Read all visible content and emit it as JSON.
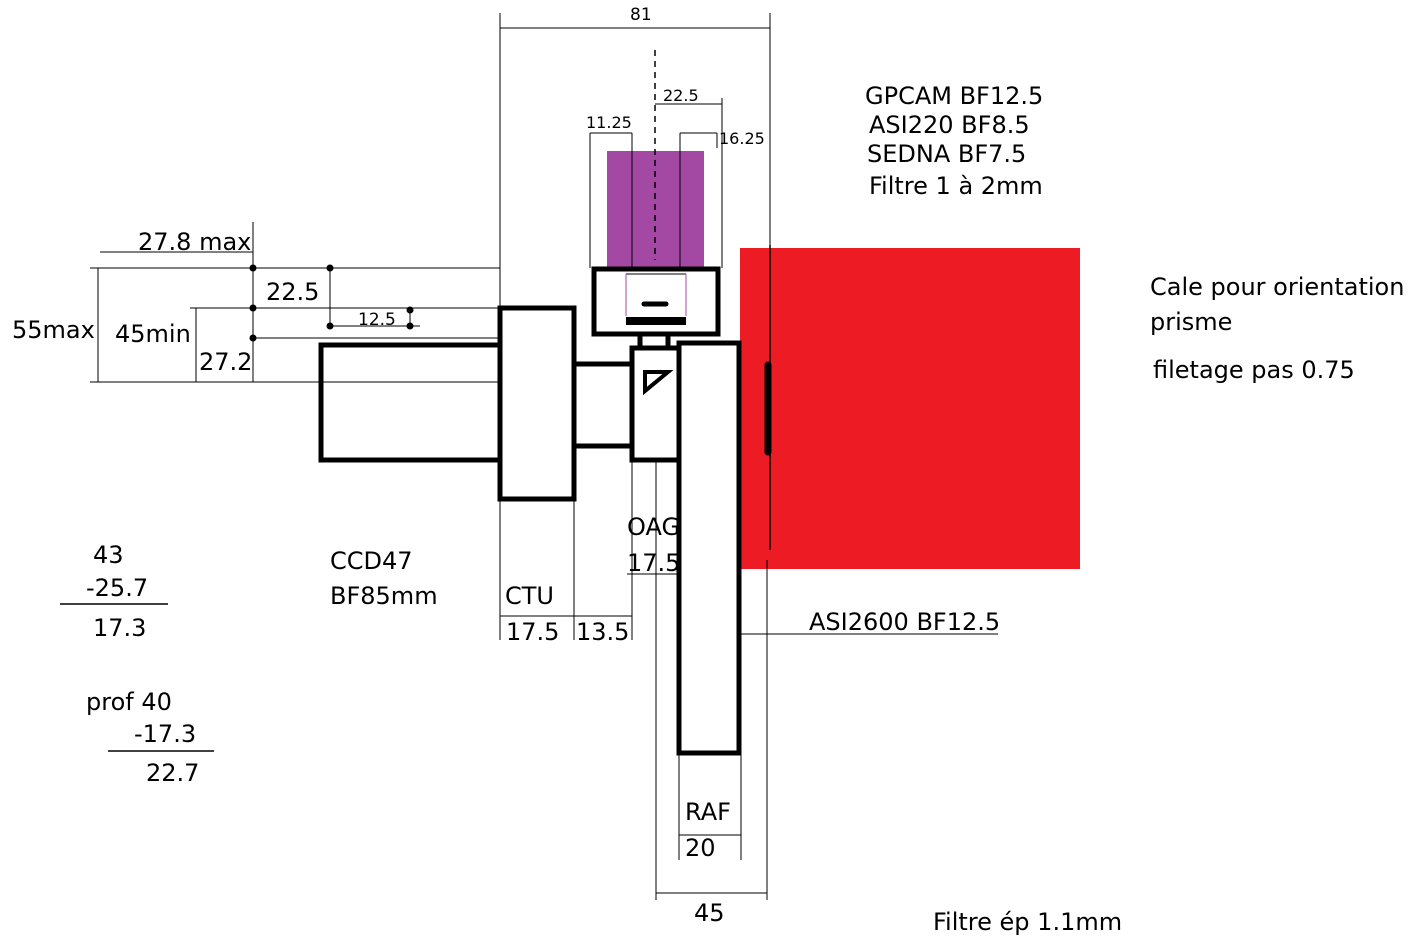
{
  "dimensions": {
    "top_81": "81",
    "d22_5_top": "22.5",
    "d11_25": "11.25",
    "d16_25": "16.25",
    "d27_8max": "27.8 max",
    "d22_5_left": "22.5",
    "d12_5": "12.5",
    "d55max": "55max",
    "d45min": "45min",
    "d27_2": "27.2",
    "d45_bottom": "45"
  },
  "labels": {
    "ccd47": "CCD47",
    "bf85": "BF85mm",
    "ctu": "CTU",
    "ctu_dim": "17.5",
    "spacer_dim": "13.5",
    "oag": "OAG",
    "oag_dim": "17.5",
    "raf": "RAF",
    "raf_dim": "20",
    "asi2600": "ASI2600 BF12.5",
    "cale_line1": "Cale pour orientation",
    "cale_line2": "prisme",
    "filetage": "filetage pas 0.75",
    "filtre_ep": "Filtre ép 1.1mm"
  },
  "camera_list": [
    "GPCAM BF12.5",
    "ASI220 BF8.5",
    "SEDNA BF7.5",
    "Filtre 1 à 2mm"
  ],
  "calc1": {
    "a": "43",
    "b": "-25.7",
    "result": "17.3"
  },
  "calc2": {
    "a": "prof 40",
    "b": "-17.3",
    "result": "22.7"
  },
  "colors": {
    "purple": "#A349A4",
    "red": "#ED1C24",
    "line": "#000000"
  }
}
